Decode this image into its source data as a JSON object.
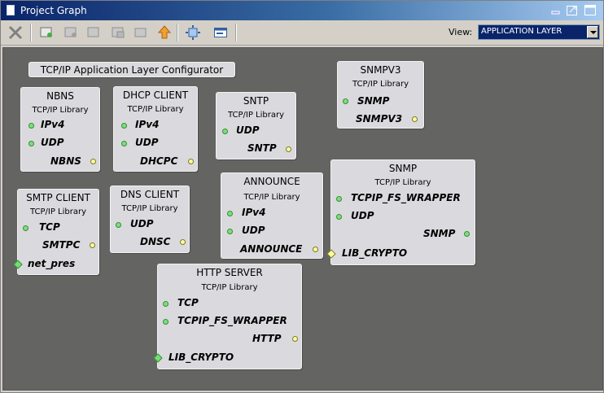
{
  "window": {
    "title": "Project Graph"
  },
  "toolbar": {
    "view_label": "View:",
    "view_value": "APPLICATION LAYER"
  },
  "canvas": {
    "header": "TCP/IP Application Layer Configurator"
  },
  "nodes": {
    "nbns": {
      "title": "NBNS",
      "lib": "TCP/IP Library",
      "ports": [
        "IPv4",
        "UDP",
        "NBNS"
      ]
    },
    "dhcp": {
      "title": "DHCP CLIENT",
      "lib": "TCP/IP Library",
      "ports": [
        "IPv4",
        "UDP",
        "DHCPC"
      ]
    },
    "sntp": {
      "title": "SNTP",
      "lib": "TCP/IP Library",
      "ports": [
        "UDP",
        "SNTP"
      ]
    },
    "snmpv3": {
      "title": "SNMPV3",
      "lib": "TCP/IP Library",
      "ports": [
        "SNMP",
        "SNMPV3"
      ]
    },
    "smtp": {
      "title": "SMTP CLIENT",
      "lib": "TCP/IP Library",
      "ports": [
        "TCP",
        "SMTPC",
        "net_pres"
      ]
    },
    "dns": {
      "title": "DNS CLIENT",
      "lib": "TCP/IP Library",
      "ports": [
        "UDP",
        "DNSC"
      ]
    },
    "announce": {
      "title": "ANNOUNCE",
      "lib": "TCP/IP Library",
      "ports": [
        "IPv4",
        "UDP",
        "ANNOUNCE"
      ]
    },
    "snmp": {
      "title": "SNMP",
      "lib": "TCP/IP Library",
      "ports": [
        "TCPIP_FS_WRAPPER",
        "UDP",
        "SNMP",
        "LIB_CRYPTO"
      ]
    },
    "http": {
      "title": "HTTP SERVER",
      "lib": "TCP/IP Library",
      "ports": [
        "TCP",
        "TCPIP_FS_WRAPPER",
        "HTTP",
        "LIB_CRYPTO"
      ]
    }
  },
  "colors": {
    "canvas": "#646463",
    "node": "#dad9dd",
    "titlebar": "#0a246a",
    "port_in": "#7be07b",
    "port_out": "#fffc9a"
  }
}
